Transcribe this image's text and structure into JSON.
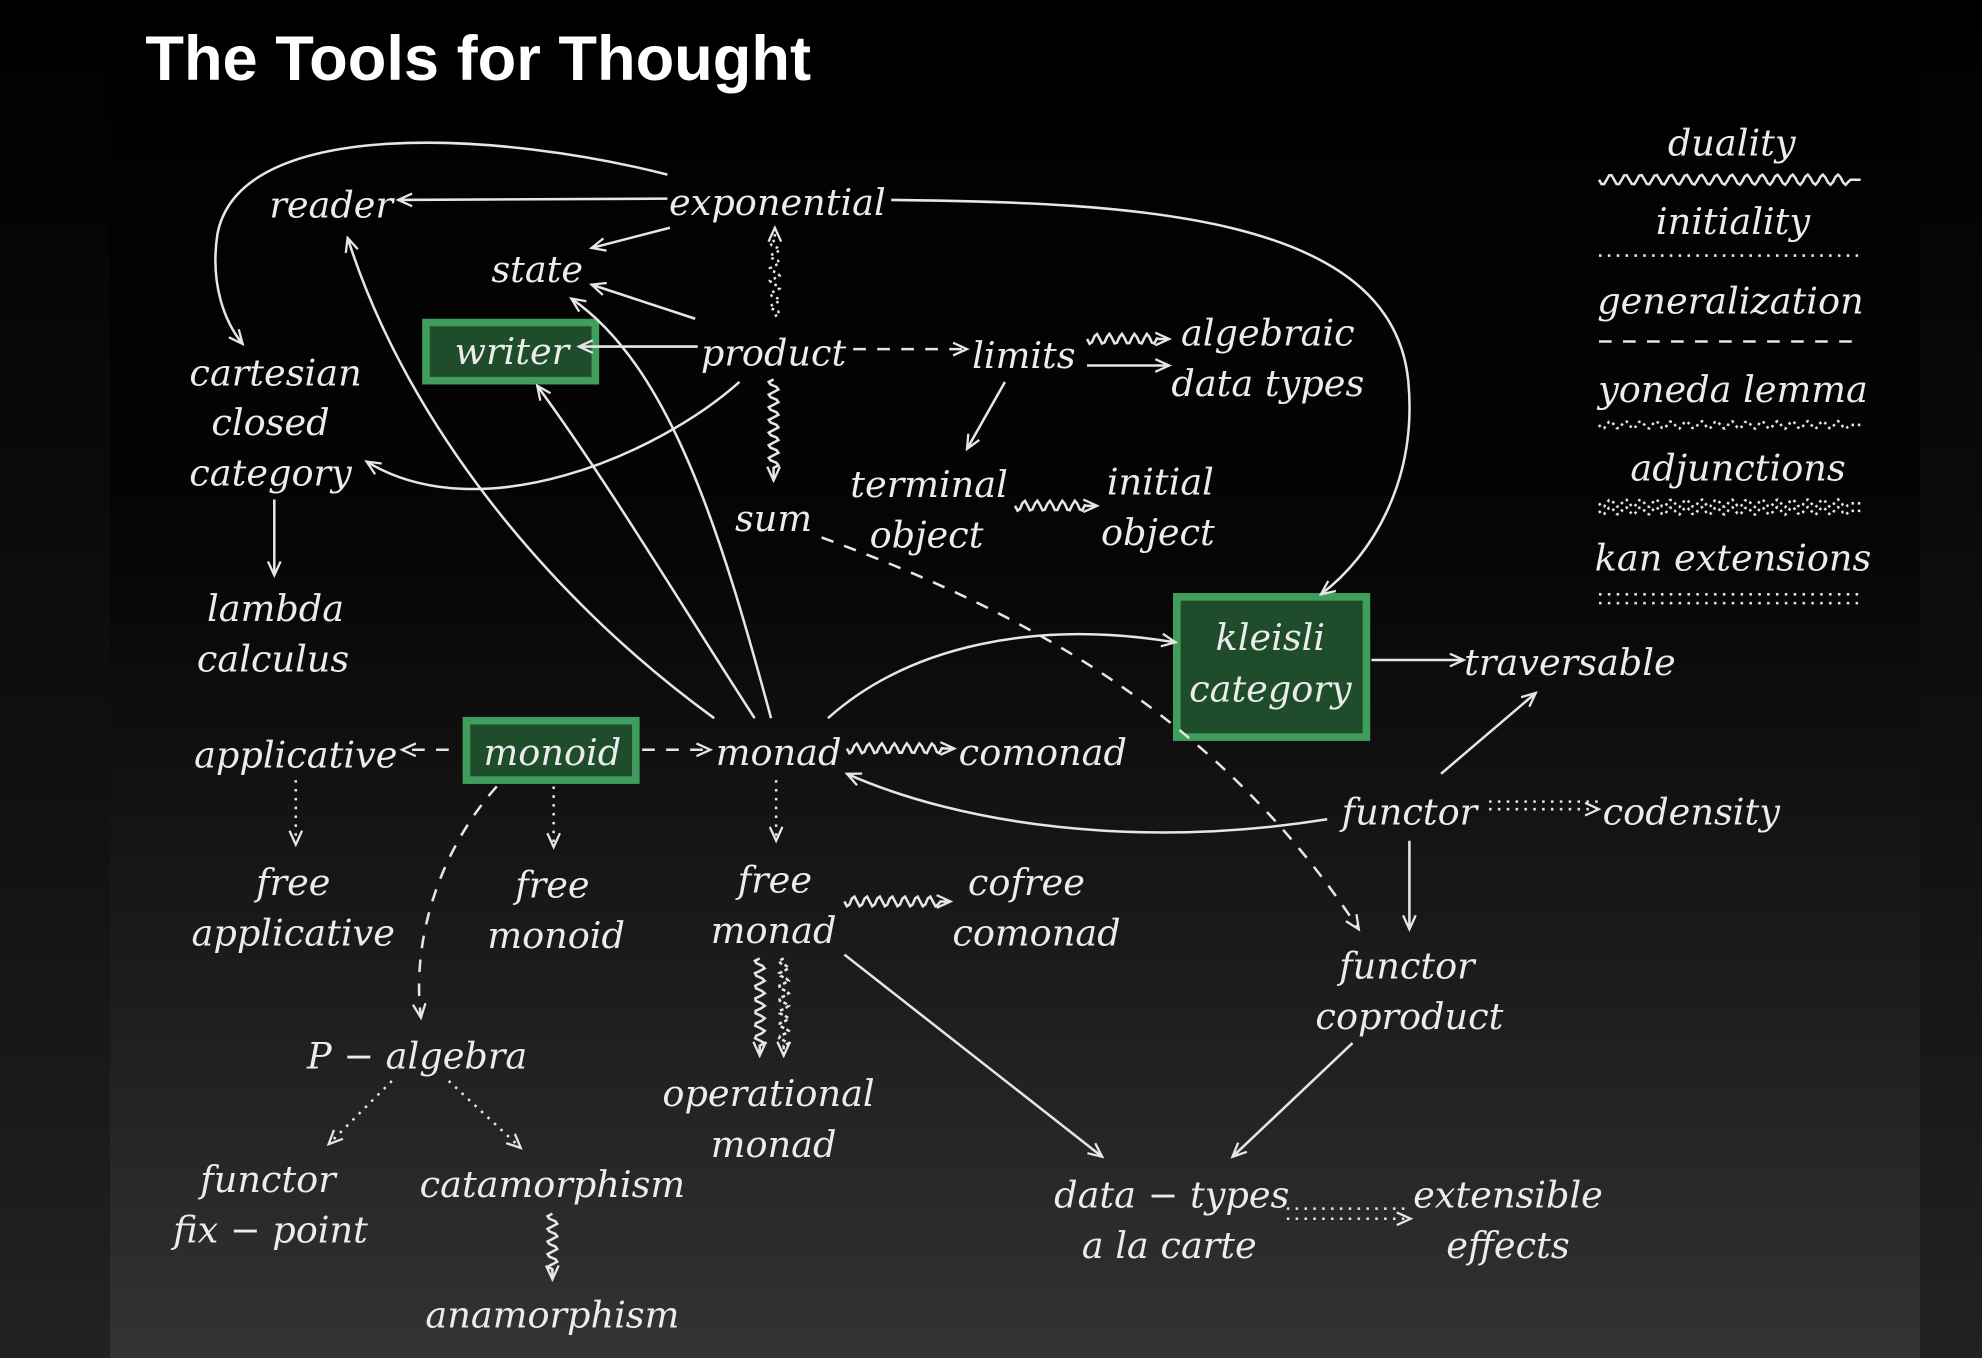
{
  "title": "The Tools for Thought",
  "colors": {
    "highlight_border": "#3f9e5c",
    "highlight_fill": "#1f4d2c",
    "text": "#ececec"
  },
  "nodes": {
    "reader": "reader",
    "exponential": "exponential",
    "state": "state",
    "writer": "writer",
    "product": "product",
    "limits": "limits",
    "algebraic_1": "algebraic",
    "algebraic_2": "data types",
    "ccc_1": "cartesian",
    "ccc_2": "closed",
    "ccc_3": "category",
    "terminal_1": "terminal",
    "terminal_2": "object",
    "initial_1": "initial",
    "initial_2": "object",
    "sum": "sum",
    "lambda_1": "lambda",
    "lambda_2": "calculus",
    "kleisli_1": "kleisli",
    "kleisli_2": "category",
    "traversable": "traversable",
    "applicative": "applicative",
    "monoid": "monoid",
    "monad": "monad",
    "comonad": "comonad",
    "functor": "functor",
    "codensity": "codensity",
    "free_app_1": "free",
    "free_app_2": "applicative",
    "free_monoid_1": "free",
    "free_monoid_2": "monoid",
    "free_monad_1": "free",
    "free_monad_2": "monad",
    "cofree_1": "cofree",
    "cofree_2": "comonad",
    "coproduct_1": "functor",
    "coproduct_2": "coproduct",
    "p_algebra": "P − algebra",
    "operational_1": "operational",
    "operational_2": "monad",
    "fixpoint_1": "functor",
    "fixpoint_2": "fix − point",
    "catamorphism": "catamorphism",
    "datatypes_1": "data − types",
    "datatypes_2": "a la carte",
    "extensible_1": "extensible",
    "extensible_2": "effects",
    "anamorphism": "anamorphism"
  },
  "legend": [
    "duality",
    "initiality",
    "generalization",
    "yoneda lemma",
    "adjunctions",
    "kan extensions"
  ]
}
